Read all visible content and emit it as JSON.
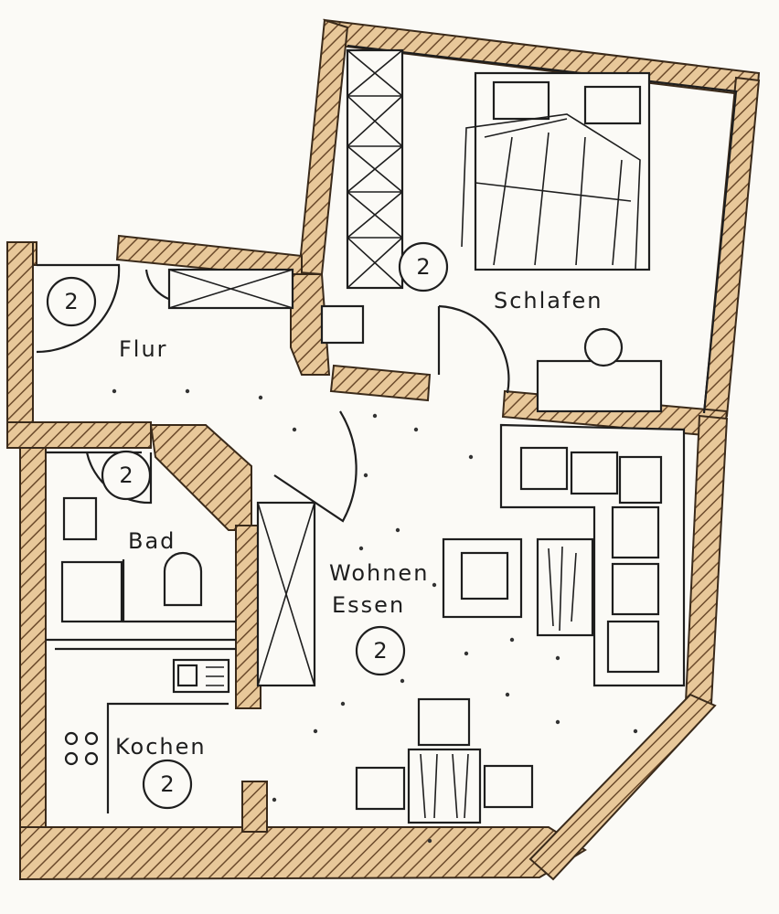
{
  "plan": {
    "wall_fill": "#e8c89a",
    "wall_hatch": "#6b4a2b",
    "rooms": [
      {
        "id": "flur",
        "label": "Flur",
        "badge": "2"
      },
      {
        "id": "schlafen",
        "label": "Schlafen",
        "badge": "2"
      },
      {
        "id": "bad",
        "label": "Bad",
        "badge": "2"
      },
      {
        "id": "wohnen",
        "label_line1": "Wohnen",
        "label_line2": "Essen",
        "badge": "2"
      },
      {
        "id": "kochen",
        "label": "Kochen",
        "badge": "2"
      }
    ]
  }
}
